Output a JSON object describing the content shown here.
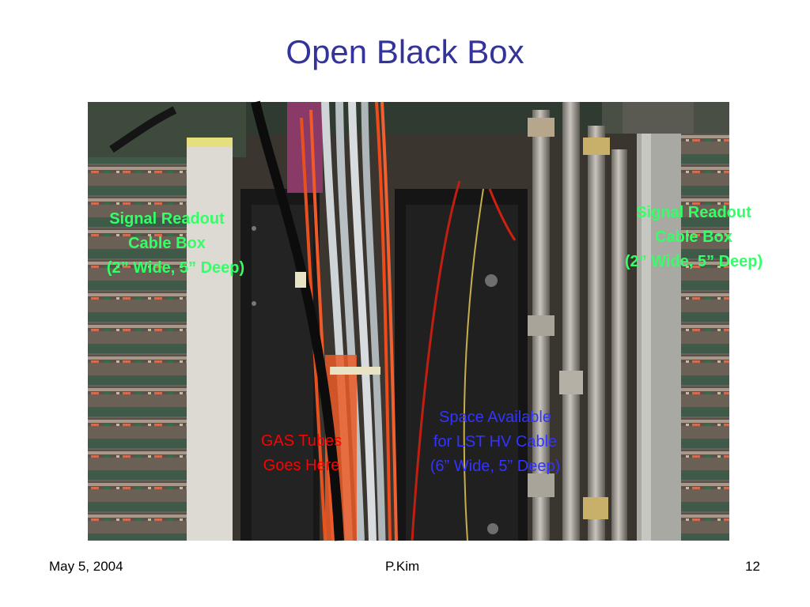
{
  "slide": {
    "title": "Open Black Box",
    "labels": {
      "left_box": [
        "Signal Readout",
        "Cable Box",
        "(2” Wide, 5” Deep)"
      ],
      "right_box": [
        "Signal Readout",
        "Cable Box",
        "(2” Wide, 5” Deep)"
      ],
      "gas_tubes": [
        "GAS Tubes",
        "Goes Here"
      ],
      "space": [
        "Space Available",
        "for LST HV Cable",
        "(6” Wide, 5” Deep)"
      ]
    },
    "colors": {
      "title": "#333399",
      "label_green": "#33ff66",
      "label_red": "#ff0000",
      "label_blue": "#3333ff"
    },
    "footer": {
      "date": "May 5, 2004",
      "author": "P.Kim",
      "page": "12"
    }
  }
}
